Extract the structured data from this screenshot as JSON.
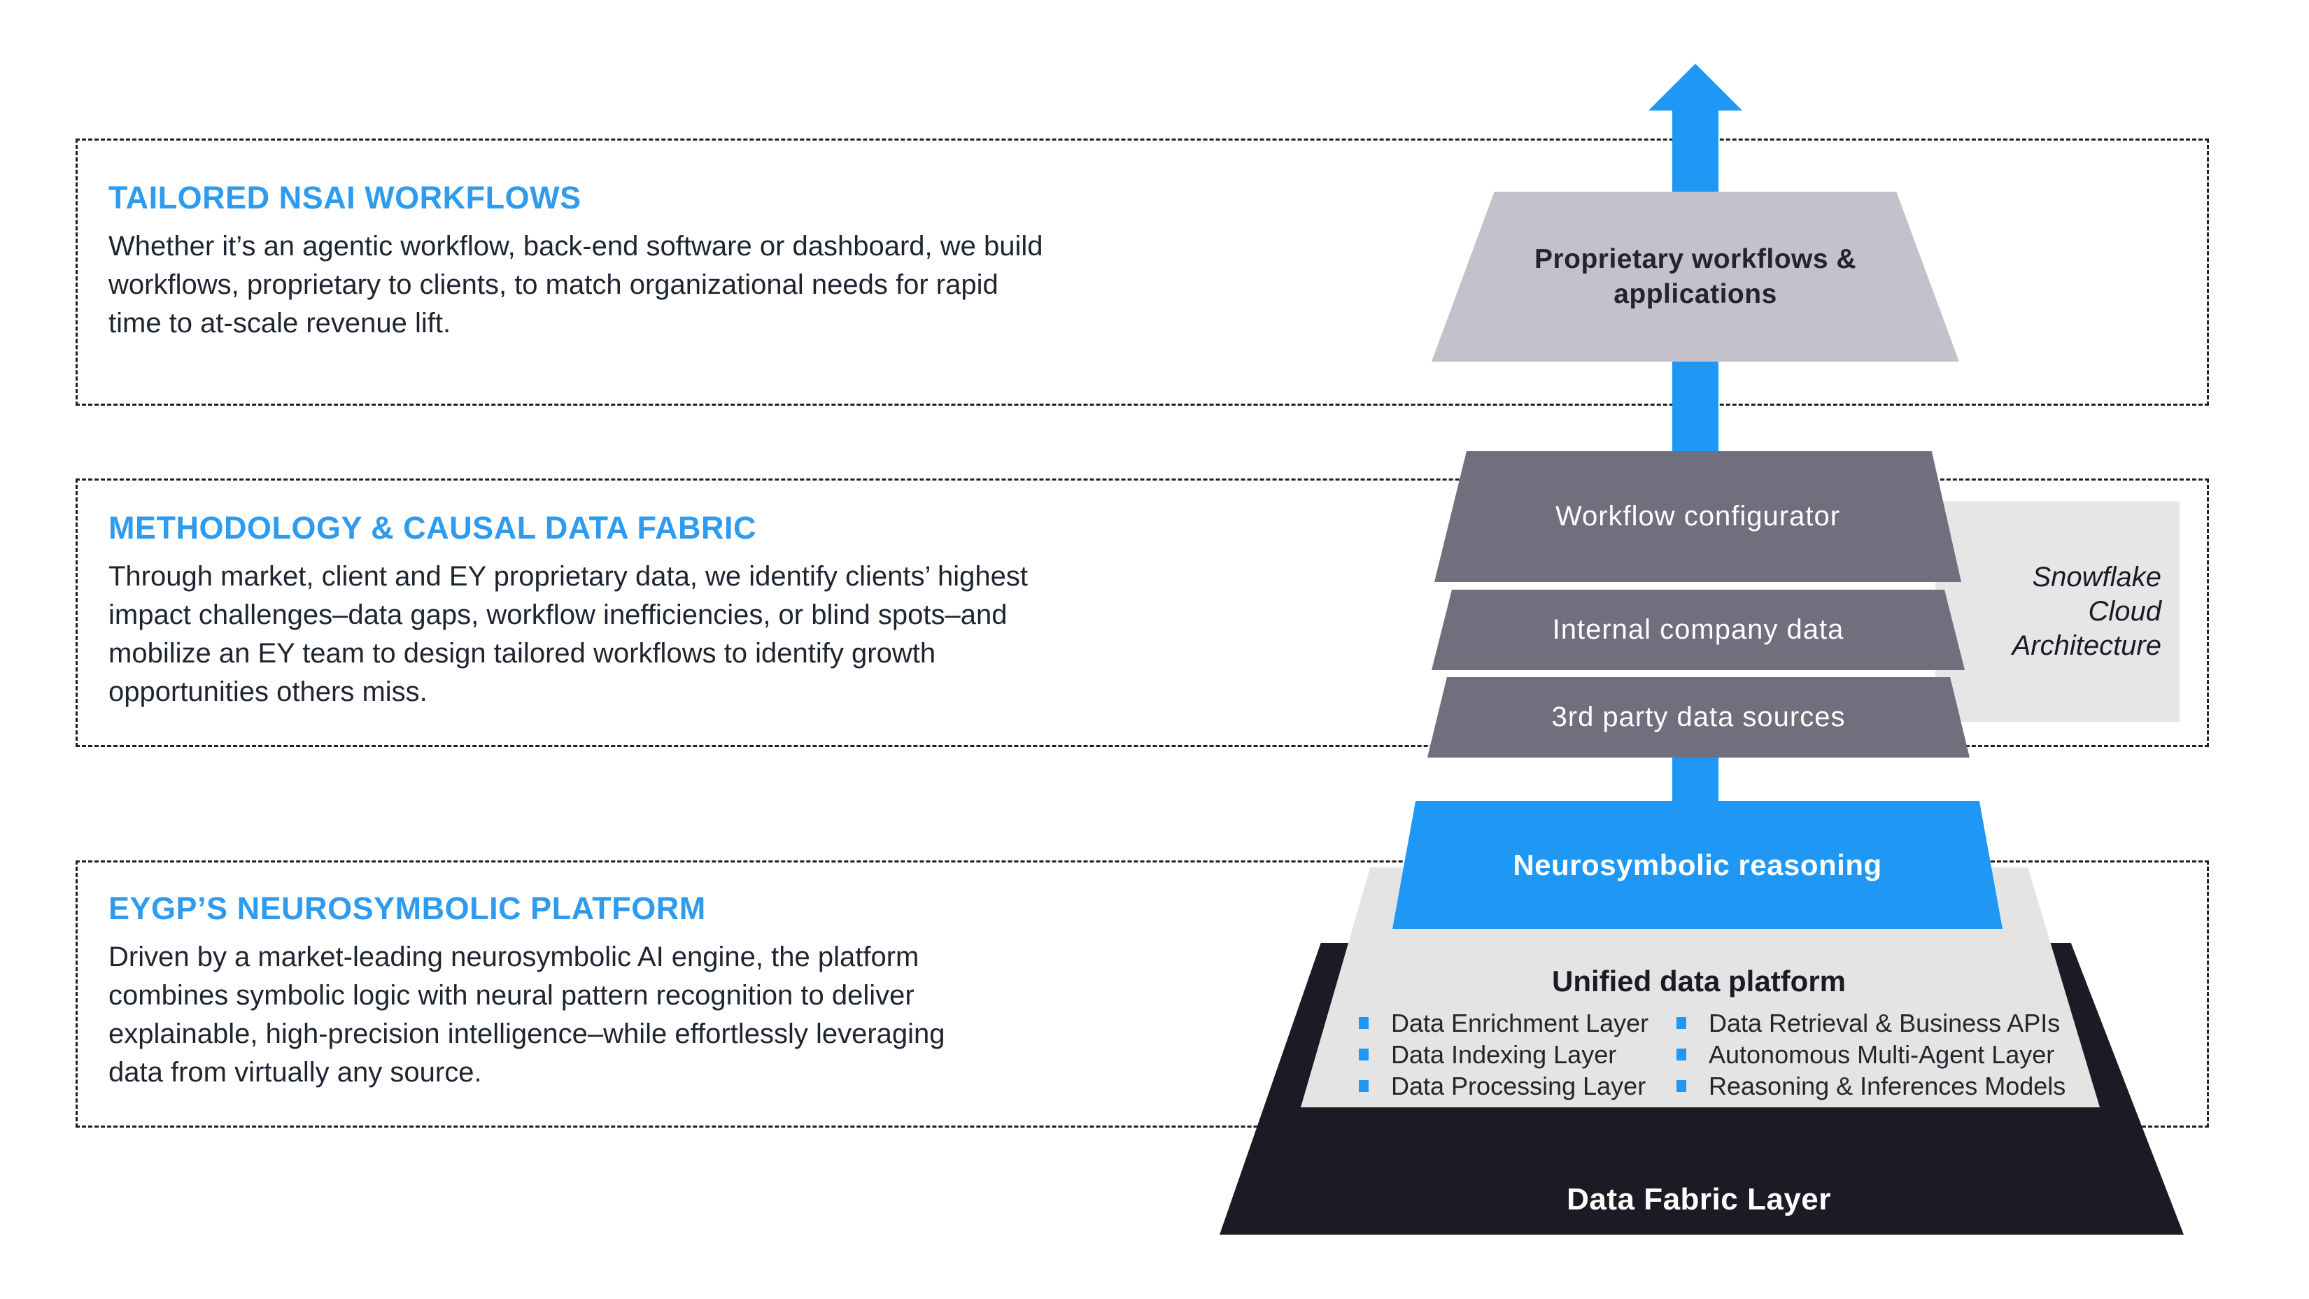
{
  "sections": [
    {
      "title": "TAILORED NSAI WORKFLOWS",
      "body_lines": [
        "Whether it’s an agentic workflow, back-end software or dashboard, we build",
        "workflows, proprietary to clients, to match organizational needs for rapid",
        "time to at-scale revenue lift."
      ]
    },
    {
      "title": "METHODOLOGY & CAUSAL DATA FABRIC",
      "body_lines": [
        "Through market, client and EY proprietary data, we identify clients’ highest",
        "impact challenges–data gaps, workflow inefficiencies, or blind spots–and",
        "mobilize an EY team to design tailored workflows to identify growth",
        "opportunities others miss."
      ]
    },
    {
      "title": "EYGP’S NEUROSYMBOLIC PLATFORM",
      "body_lines": [
        "Driven by a market-leading neurosymbolic AI engine, the platform",
        "combines symbolic logic with neural pattern recognition to deliver",
        "explainable, high-precision intelligence–while effortlessly leveraging",
        "data from virtually any source."
      ]
    }
  ],
  "pyramid": {
    "top_lines": [
      "Proprietary workflows &",
      "applications"
    ],
    "layers": [
      "Workflow configurator",
      "Internal company data",
      "3rd party data sources"
    ],
    "reasoning": "Neurosymbolic reasoning",
    "platform": {
      "title": "Unified data platform",
      "bullets_left": [
        "Data Enrichment Layer",
        "Data Indexing Layer",
        "Data Processing Layer"
      ],
      "bullets_right": [
        "Data Retrieval & Business APIs",
        "Autonomous Multi-Agent Layer",
        "Reasoning & Inferences Models"
      ]
    },
    "fabric": "Data Fabric Layer",
    "snowflake_lines": [
      "Snowflake",
      "Cloud",
      "Architecture"
    ]
  },
  "colors": {
    "accent_blue": "#1E97F5",
    "title_blue": "#2F9BEE",
    "slate_gray": "#6F6F7E",
    "top_trapezoid_gray": "#C3C2CC",
    "panel_gray": "#E7E6E6",
    "platform_gray": "#E5E4E4",
    "navy": "#1A1B24",
    "body_text": "#1E2430"
  }
}
